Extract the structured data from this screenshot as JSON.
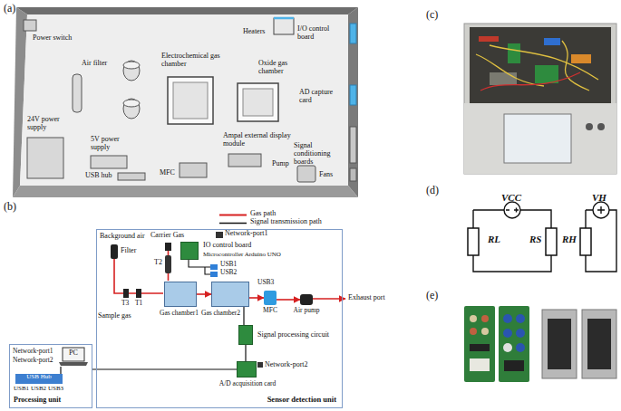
{
  "diagram": {
    "nodes": [
      {
        "text": [
          "Sensor detection unit"
        ]
      },
      {
        "text": [
          "IO control board",
          "Microcontroller Arduino UNO"
        ],
        "in": 0
      },
      {
        "text": [
          "Gas chamber1"
        ],
        "in": 0
      },
      {
        "text": [
          "Gas chamber2"
        ],
        "in": 0
      },
      {
        "text": [
          "MFC"
        ],
        "in": 0
      },
      {
        "text": [
          "Air pump"
        ],
        "in": 0
      },
      {
        "text": [
          "Signal processing circuit"
        ],
        "in": 0
      },
      {
        "text": [
          "A/D acquisition card"
        ],
        "in": 0
      },
      {
        "text": [
          "Processing unit"
        ]
      },
      {
        "text": [
          "PC"
        ],
        "in": 8
      },
      {
        "text": [
          "USB Hub"
        ],
        "in": 8
      }
    ],
    "edges": [
      {
        "from": 2,
        "to": 3,
        "arrow": "to"
      },
      {
        "from": 3,
        "to": 4,
        "arrow": "to"
      },
      {
        "from": 4,
        "to": 5,
        "arrow": "to"
      },
      {
        "from": 3,
        "to": 6,
        "arrow": "none"
      },
      {
        "from": 6,
        "to": 7,
        "arrow": "none"
      },
      {
        "from": 7,
        "to": 8,
        "arrow": "none"
      },
      {
        "from": 10,
        "to": 9,
        "arrow": "none"
      }
    ],
    "labels": [
      "(a)",
      "Power switch",
      "Air filter",
      "Heaters",
      "I/O control board",
      "Electrochemical gas chamber",
      "Oxide gas chamber",
      "AD capture card",
      "24V power supply",
      "5V power supply",
      "Ampal external display module",
      "Signal conditioning boards",
      "USB hub",
      "MFC",
      "Pump",
      "Fans",
      "(b)",
      "Background air",
      "Carrier Gas",
      "Network-port1",
      "USB1",
      "USB2",
      "USB3",
      "Filter",
      "T2",
      "T1",
      "T3",
      "Sample gas",
      "Exhaust port",
      "Network-port2",
      "Network-port1",
      "Network-port2",
      "USB1",
      "USB2",
      "USB3",
      "(c)",
      "(d)",
      "VCC",
      "RL",
      "RS",
      "VH",
      "RH",
      "(e)"
    ],
    "legend": [
      {
        "text": "Gas path"
      },
      {
        "text": "Signal transmission path"
      }
    ]
  }
}
